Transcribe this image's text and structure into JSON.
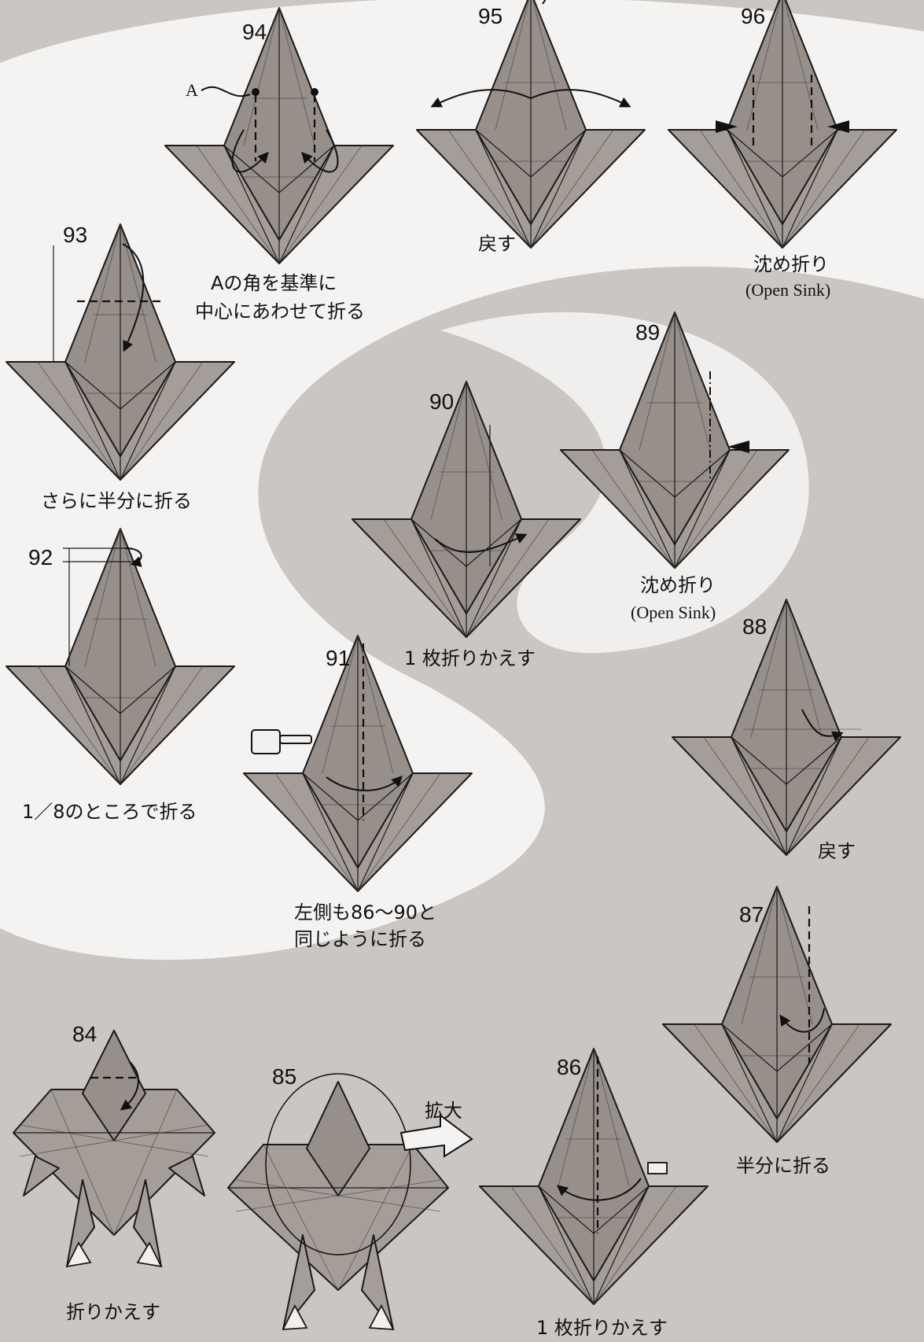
{
  "steps": {
    "s84": {
      "num": "84",
      "caption": "折りかえす"
    },
    "s85": {
      "num": "85",
      "zoom": "拡大"
    },
    "s86": {
      "num": "86",
      "caption": "1 枚折りかえす"
    },
    "s87": {
      "num": "87",
      "caption": "半分に折る"
    },
    "s88": {
      "num": "88",
      "caption": "戻す"
    },
    "s89": {
      "num": "89",
      "caption": "沈め折り",
      "caption_en": "(Open Sink)"
    },
    "s90": {
      "num": "90",
      "caption": "1 枚折りかえす"
    },
    "s91": {
      "num": "91",
      "caption_l1": "左側も86～90と",
      "caption_l2": "同じように折る"
    },
    "s92": {
      "num": "92",
      "caption": "1／8のところで折る"
    },
    "s93": {
      "num": "93",
      "caption": "さらに半分に折る"
    },
    "s94": {
      "num": "94",
      "label_a": "A",
      "caption_l1": "Aの角を基準に",
      "caption_l2": "中心にあわせて折る"
    },
    "s95": {
      "num": "95",
      "caption": "戻す"
    },
    "s96": {
      "num": "96",
      "caption": "沈め折り",
      "caption_en": "(Open Sink)"
    }
  },
  "colors": {
    "background": "#c9c6c3",
    "swirl": "#f4f3f2",
    "paper": "#a59d98",
    "line": "#1a1a1a"
  }
}
